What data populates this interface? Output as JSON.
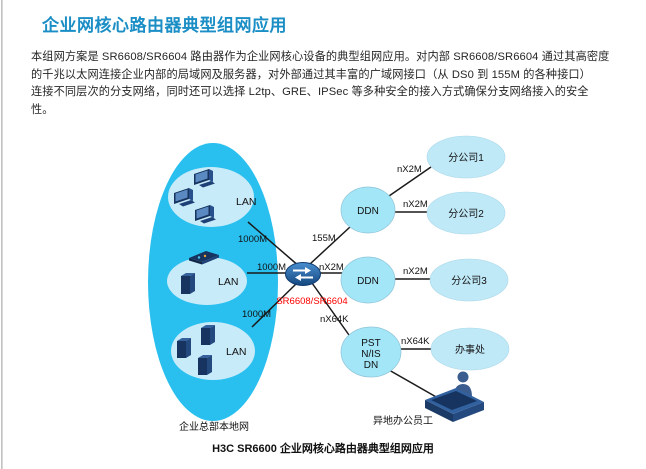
{
  "title": "企业网核心路由器典型组网应用",
  "paragraph": {
    "lines": [
      "本组网方案是 SR6608/SR6604 路由器作为企业网核心设备的典型组网应用。对内部 SR6608/SR6604 通过其高密度",
      "的千兆以太网连接企业内部的局域网及服务器，对外部通过其丰富的广域网接口（从 DS0 到 155M 的各种接口）",
      "连接不同层次的分支网络，同时还可以选择 L2tp、GRE、IPSec 等多种安全的接入方式确保分支网络接入的安全",
      "性。"
    ]
  },
  "diagram": {
    "hq_label": "企业总部本地网",
    "remote_label": "异地办公员工",
    "router_label": "SR6608/SR6604",
    "lans": [
      "LAN",
      "LAN",
      "LAN"
    ],
    "clouds": {
      "ddn1": "DDN",
      "ddn2": "DDN",
      "pstn": [
        "PST",
        "N/IS",
        "DN"
      ]
    },
    "branches": [
      "分公司1",
      "分公司2",
      "分公司3",
      "办事处"
    ],
    "links": {
      "lan1": "1000M",
      "lan2": "1000M",
      "lan3": "1000M",
      "wan_top": "155M",
      "wan_mid": "nX2M",
      "wan_bottom": "nX64K",
      "ddn1_b1": "nX2M",
      "ddn1_b2": "nX2M",
      "ddn2_b3": "nX2M",
      "pstn_office": "nX64K"
    }
  },
  "caption": "H3C SR6600 企业网核心路由器典型组网应用",
  "colors": {
    "title_blue": "#1a8ec5",
    "hq_ellipse_cyan": "#29bfef",
    "lan_ellipse_blue": "#c8ebf9",
    "wan_cloud_cyan": "#a3e6f8",
    "branch_ellipse_blue": "#c0e9f8",
    "router_label_red": "#ff0000",
    "device_navy": "#16345f",
    "line_black": "#1a1a1a"
  }
}
